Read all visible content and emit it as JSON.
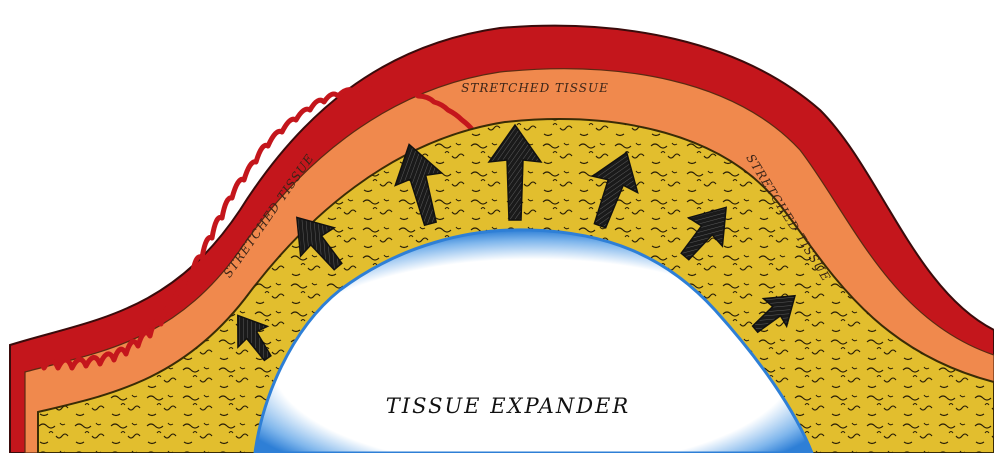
{
  "labels": {
    "top": "STRETCHED TISSUE",
    "left": "STRETCHED TISSUE",
    "right": "STRETCHED TISSUE",
    "expander": "TISSUE EXPANDER"
  },
  "colors": {
    "outer_layer": "#c4161c",
    "middle_layer": "#f0894d",
    "inner_layer": "#e2be2e",
    "expander_fill": "#ffffff",
    "expander_glow": "#2e7fd6",
    "arrows": "#1a1a1a"
  },
  "icons": {
    "arrow": "arrow-up-icon"
  }
}
